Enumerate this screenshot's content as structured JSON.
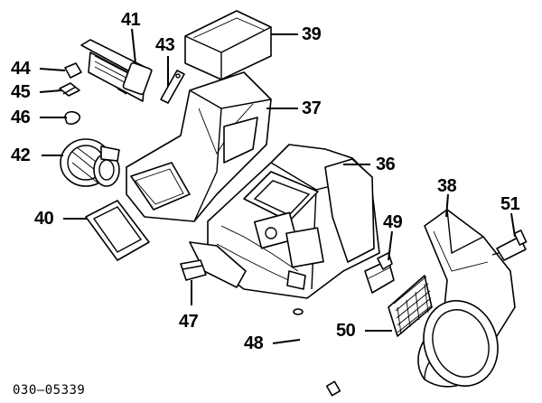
{
  "diagram": {
    "reference_code": "030–05339",
    "callouts": [
      {
        "id": "41",
        "label": "41"
      },
      {
        "id": "39",
        "label": "39"
      },
      {
        "id": "43",
        "label": "43"
      },
      {
        "id": "44",
        "label": "44"
      },
      {
        "id": "45",
        "label": "45"
      },
      {
        "id": "46",
        "label": "46"
      },
      {
        "id": "37",
        "label": "37"
      },
      {
        "id": "42",
        "label": "42"
      },
      {
        "id": "36",
        "label": "36"
      },
      {
        "id": "38",
        "label": "38"
      },
      {
        "id": "51",
        "label": "51"
      },
      {
        "id": "40",
        "label": "40"
      },
      {
        "id": "49",
        "label": "49"
      },
      {
        "id": "47",
        "label": "47"
      },
      {
        "id": "50",
        "label": "50"
      },
      {
        "id": "48",
        "label": "48"
      }
    ]
  }
}
